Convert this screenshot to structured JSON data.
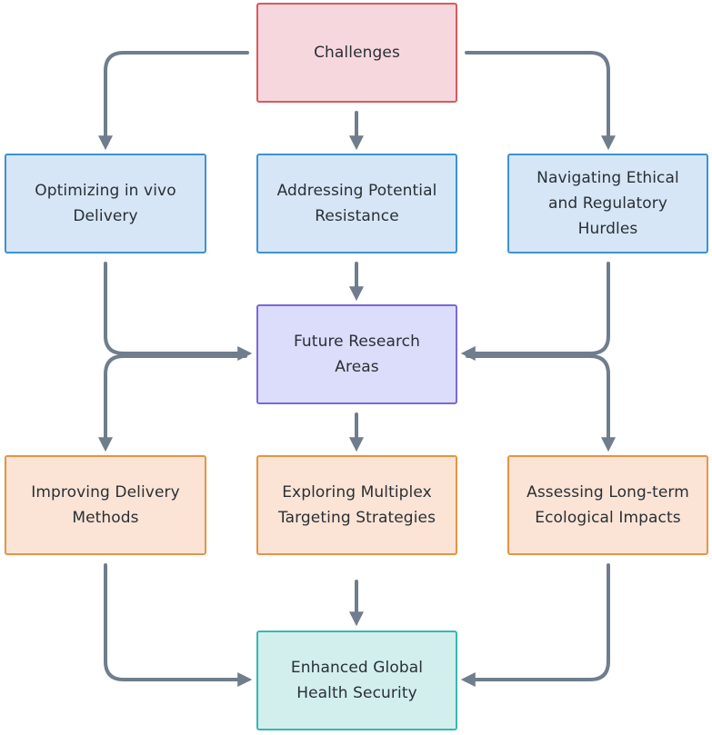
{
  "nodes": {
    "challenges": {
      "label": "Challenges"
    },
    "optimizing": {
      "label": "Optimizing in vivo Delivery"
    },
    "resistance": {
      "label": "Addressing Potential Resistance"
    },
    "ethical": {
      "label": "Navigating Ethical and Regulatory Hurdles"
    },
    "future": {
      "label": "Future Research Areas"
    },
    "improving": {
      "label": "Improving Delivery Methods"
    },
    "multiplex": {
      "label": "Exploring Multiplex Targeting Strategies"
    },
    "ecological": {
      "label": "Assessing Long-term Ecological Impacts"
    },
    "security": {
      "label": "Enhanced Global Health Security"
    }
  },
  "colors": {
    "edge": "#6f7d8c",
    "challenge_fill": "#f7d7de",
    "challenge_border": "#d9595f",
    "blue_fill": "#d6e6f6",
    "blue_border": "#3d92d6",
    "purple_fill": "#dcdcfb",
    "purple_border": "#7a68d9",
    "orange_fill": "#fbe4d6",
    "orange_border": "#e59443",
    "teal_fill": "#d2efee",
    "teal_border": "#35b9ad"
  }
}
